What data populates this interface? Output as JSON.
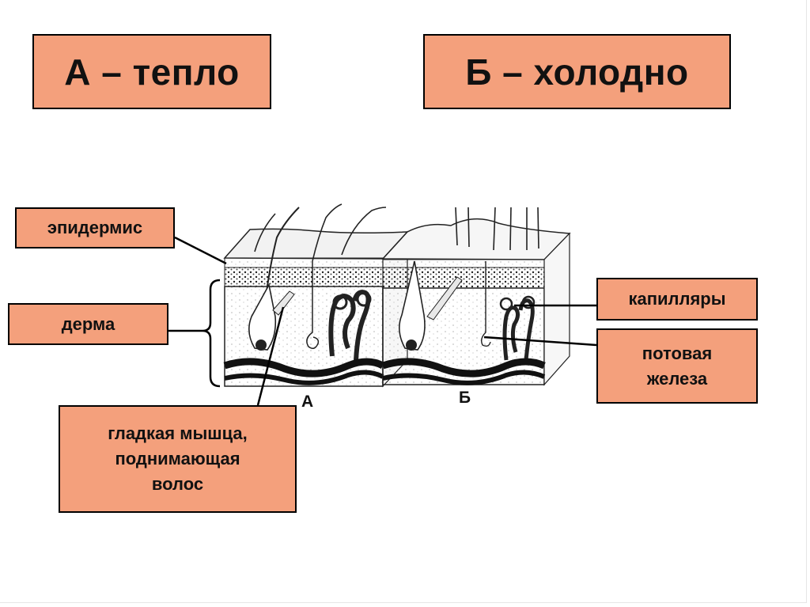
{
  "titles": {
    "warm": "А – тепло",
    "cold": "Б – холодно"
  },
  "labels": {
    "epidermis": "эпидермис",
    "dermis": "дерма",
    "capillaries": "капилляры",
    "sweat_gland": "потовая\nжелеза",
    "smooth_muscle": "гладкая мышца,\nподнимающая\nволос"
  },
  "panels": {
    "a": "А",
    "b": "Б"
  },
  "colors": {
    "box_fill": "#f4a07c",
    "box_border": "#000000",
    "ink": "#111111"
  }
}
